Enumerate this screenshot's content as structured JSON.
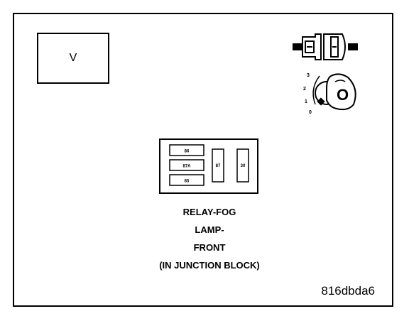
{
  "view_label": "V",
  "relay": {
    "pins": [
      "86",
      "87A",
      "85",
      "87",
      "30"
    ]
  },
  "key_positions": [
    "3",
    "2",
    "1",
    "0"
  ],
  "key_cap_text": "O",
  "caption": {
    "line1": "RELAY-FOG",
    "line2": "LAMP-",
    "line3": "FRONT",
    "line4": "(IN JUNCTION BLOCK)"
  },
  "reference_id": "816dbda6"
}
